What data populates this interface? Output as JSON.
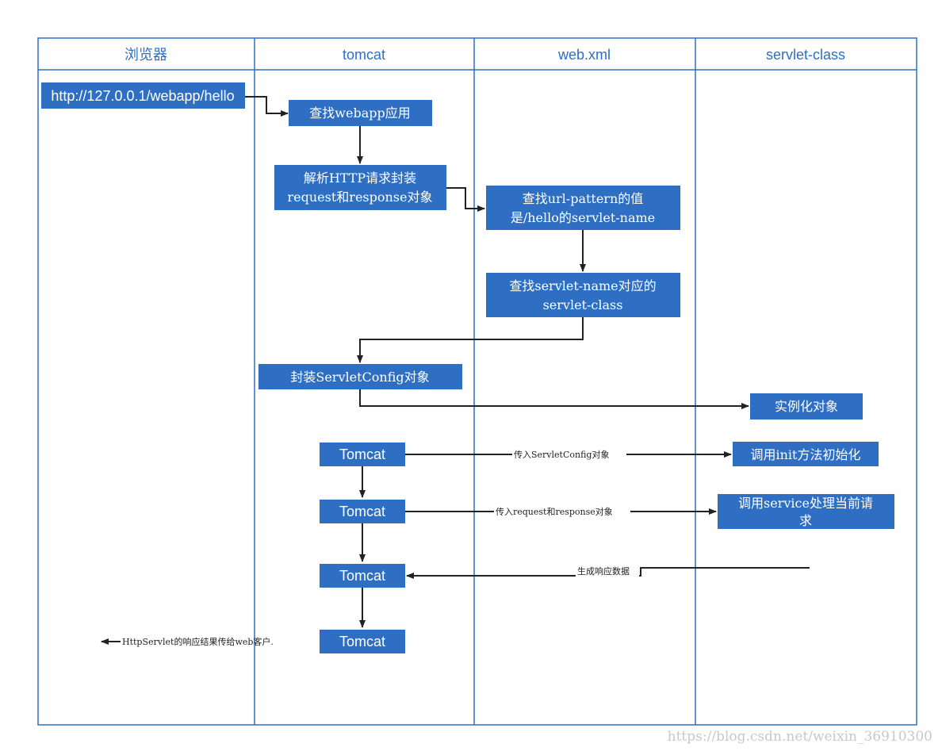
{
  "colors": {
    "accent": "#2e6fc4",
    "node_fill": "#2e6fc4",
    "node_text": "#ffffff",
    "edge": "#222222",
    "watermark": "#c8c8c8"
  },
  "lanes": [
    "浏览器",
    "tomcat",
    "web.xml",
    "servlet-class"
  ],
  "nodes": {
    "url": "http://127.0.0.1/webapp/hello",
    "find_webapp": "查找webapp应用",
    "parse_http": [
      "解析HTTP请求封装",
      "request和response对象"
    ],
    "find_url_pattern": [
      "查找url-pattern的值",
      "是/hello的servlet-name"
    ],
    "find_servlet_class": [
      "查找servlet-name对应的",
      "servlet-class"
    ],
    "wrap_config": "封装ServletConfig对象",
    "instantiate": "实例化对象",
    "tomcat_1": "Tomcat",
    "tomcat_2": "Tomcat",
    "tomcat_3": "Tomcat",
    "tomcat_4": "Tomcat",
    "call_init": "调用init方法初始化",
    "call_service": [
      "调用service处理当前请",
      "求"
    ]
  },
  "edge_labels": {
    "pass_config": "传入ServletConfig对象",
    "pass_req_resp": "传入request和response对象",
    "gen_response": "生成响应数据",
    "to_client": "HttpServlet的响应结果传给web客户."
  },
  "watermark": "https://blog.csdn.net/weixin_36910300"
}
